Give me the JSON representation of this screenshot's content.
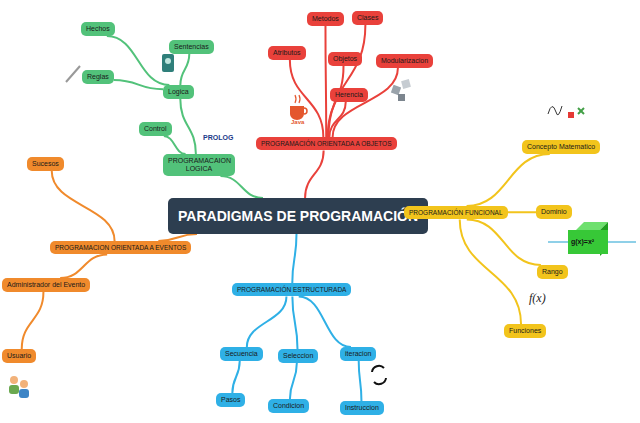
{
  "diagram": {
    "nodes": [
      {
        "text": [
          "PARADIGMAS DE PROGRAMACIÓN"
        ]
      },
      {
        "text": [
          "PROGRAMACAION LOGICA"
        ]
      },
      {
        "text": [
          "Hechos"
        ]
      },
      {
        "text": [
          "Sentencias"
        ]
      },
      {
        "text": [
          "Logica"
        ]
      },
      {
        "text": [
          "Reglas"
        ]
      },
      {
        "text": [
          "Control"
        ]
      },
      {
        "text": [
          "PROGRAMACIÓN ORIENTADA A OBJETOS"
        ]
      },
      {
        "text": [
          "Metodos"
        ]
      },
      {
        "text": [
          "Clases"
        ]
      },
      {
        "text": [
          "Atributos"
        ]
      },
      {
        "text": [
          "Objetos"
        ]
      },
      {
        "text": [
          "Modularizacion"
        ]
      },
      {
        "text": [
          "Herencia"
        ]
      },
      {
        "text": [
          "PROGRAMACIÓN FUNCIONAL"
        ]
      },
      {
        "text": [
          "Concepto Matematico"
        ]
      },
      {
        "text": [
          "Dominio"
        ]
      },
      {
        "text": [
          "Rango"
        ]
      },
      {
        "text": [
          "Funciones"
        ]
      },
      {
        "text": [
          "PROGRAMACION ORIENTADA A EVENTOS"
        ]
      },
      {
        "text": [
          "Sucesos"
        ]
      },
      {
        "text": [
          "Administrador del Evento"
        ]
      },
      {
        "text": [
          "Usuario"
        ]
      },
      {
        "text": [
          "PROGRAMACIÓN ESTRUCTURADA"
        ]
      },
      {
        "text": [
          "Secuencia"
        ]
      },
      {
        "text": [
          "Seleccion"
        ]
      },
      {
        "text": [
          "iteracion"
        ]
      },
      {
        "text": [
          "Pasos"
        ]
      },
      {
        "text": [
          "Condicion"
        ]
      },
      {
        "text": [
          "Instruccion"
        ]
      }
    ],
    "edges": [
      {
        "from": 0,
        "to": 1,
        "arrow": "none"
      },
      {
        "from": 1,
        "to": 4,
        "arrow": "none"
      },
      {
        "from": 4,
        "to": 2,
        "arrow": "none"
      },
      {
        "from": 4,
        "to": 3,
        "arrow": "none"
      },
      {
        "from": 4,
        "to": 5,
        "arrow": "none"
      },
      {
        "from": 1,
        "to": 6,
        "arrow": "none"
      },
      {
        "from": 0,
        "to": 7,
        "arrow": "none"
      },
      {
        "from": 7,
        "to": 8,
        "arrow": "none"
      },
      {
        "from": 7,
        "to": 9,
        "arrow": "none"
      },
      {
        "from": 7,
        "to": 10,
        "arrow": "none"
      },
      {
        "from": 7,
        "to": 11,
        "arrow": "none"
      },
      {
        "from": 7,
        "to": 12,
        "arrow": "none"
      },
      {
        "from": 7,
        "to": 13,
        "arrow": "none"
      },
      {
        "from": 0,
        "to": 14,
        "arrow": "none"
      },
      {
        "from": 14,
        "to": 15,
        "arrow": "none"
      },
      {
        "from": 14,
        "to": 16,
        "arrow": "none"
      },
      {
        "from": 14,
        "to": 17,
        "arrow": "none"
      },
      {
        "from": 14,
        "to": 18,
        "arrow": "none"
      },
      {
        "from": 0,
        "to": 19,
        "arrow": "none"
      },
      {
        "from": 19,
        "to": 20,
        "arrow": "none"
      },
      {
        "from": 19,
        "to": 21,
        "arrow": "none"
      },
      {
        "from": 21,
        "to": 22,
        "arrow": "none"
      },
      {
        "from": 0,
        "to": 23,
        "arrow": "none"
      },
      {
        "from": 23,
        "to": 24,
        "arrow": "none"
      },
      {
        "from": 23,
        "to": 25,
        "arrow": "none"
      },
      {
        "from": 23,
        "to": 26,
        "arrow": "none"
      },
      {
        "from": 24,
        "to": 27,
        "arrow": "none"
      },
      {
        "from": 25,
        "to": 28,
        "arrow": "none"
      },
      {
        "from": 26,
        "to": 29,
        "arrow": "none"
      }
    ],
    "labels": [
      "Java",
      "PROLOG",
      "f(x)",
      "g(x)=x²"
    ]
  }
}
